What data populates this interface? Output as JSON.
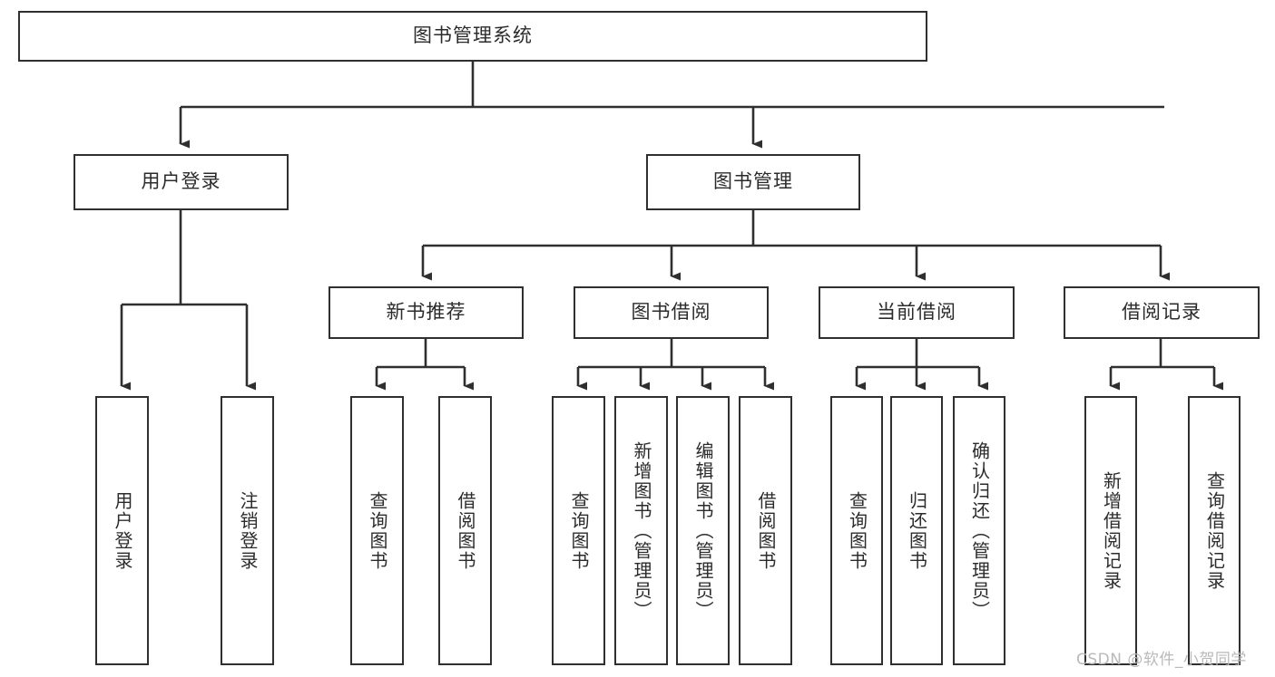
{
  "diagram": {
    "type": "tree-hierarchy",
    "title": "图书管理系统",
    "watermark": "CSDN @软件_小贺同学",
    "colors": {
      "box_border": "#2f2f2f",
      "box_fill": "#ffffff",
      "edge": "#2f2f2f",
      "text": "#2b2b2b",
      "watermark": "#b9b9b9",
      "background": "#ffffff"
    },
    "nodes": {
      "root": {
        "label": "图书管理系统"
      },
      "level2": [
        {
          "id": "user-login",
          "label": "用户登录"
        },
        {
          "id": "book-management",
          "label": "图书管理"
        }
      ],
      "level3": [
        {
          "id": "new-book-recommend",
          "label": "新书推荐"
        },
        {
          "id": "book-borrow",
          "label": "图书借阅"
        },
        {
          "id": "current-borrow",
          "label": "当前借阅"
        },
        {
          "id": "borrow-record",
          "label": "借阅记录"
        }
      ],
      "leaves": {
        "user_login": [
          {
            "id": "leaf-user-login",
            "label": "用户登录"
          },
          {
            "id": "leaf-logout",
            "label": "注销登录"
          }
        ],
        "new_book_recommend": [
          {
            "id": "leaf-query-book-1",
            "label": "查询图书"
          },
          {
            "id": "leaf-borrow-book-1",
            "label": "借阅图书"
          }
        ],
        "book_borrow": [
          {
            "id": "leaf-query-book-2",
            "label": "查询图书"
          },
          {
            "id": "leaf-add-book",
            "label": "新增图书（管理员）"
          },
          {
            "id": "leaf-edit-book",
            "label": "编辑图书（管理员）"
          },
          {
            "id": "leaf-borrow-book-2",
            "label": "借阅图书"
          }
        ],
        "current_borrow": [
          {
            "id": "leaf-query-book-3",
            "label": "查询图书"
          },
          {
            "id": "leaf-return-book",
            "label": "归还图书"
          },
          {
            "id": "leaf-confirm-return",
            "label": "确认归还（管理员）"
          }
        ],
        "borrow_record": [
          {
            "id": "leaf-add-record",
            "label": "新增借阅记录"
          },
          {
            "id": "leaf-query-record",
            "label": "查询借阅记录"
          }
        ]
      }
    }
  }
}
